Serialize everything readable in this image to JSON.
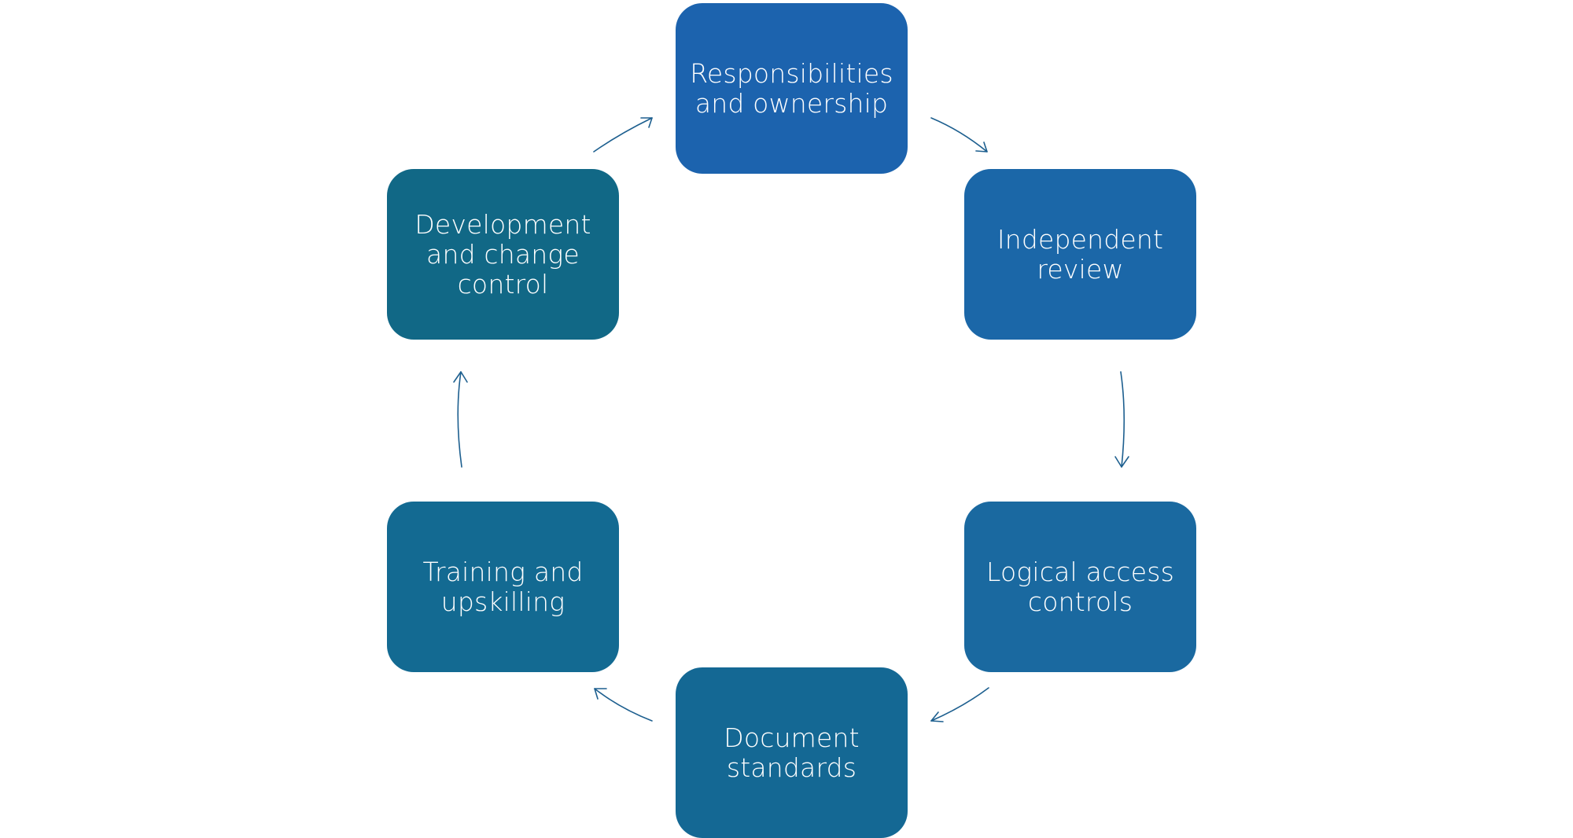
{
  "diagram": {
    "type": "cycle",
    "colors": {
      "arrow": "#1d5f8f"
    },
    "nodes": [
      {
        "id": "responsibilities",
        "label": "Responsibilities\nand ownership",
        "color": "#1c63ae"
      },
      {
        "id": "independent-review",
        "label": "Independent\nreview",
        "color": "#1b67a8"
      },
      {
        "id": "logical-access",
        "label": "Logical access\ncontrols",
        "color": "#1a69a0"
      },
      {
        "id": "document-standards",
        "label": "Document\nstandards",
        "color": "#146894"
      },
      {
        "id": "training",
        "label": "Training and\nupskilling",
        "color": "#136a92"
      },
      {
        "id": "development",
        "label": "Development\nand change\ncontrol",
        "color": "#116886"
      }
    ],
    "edges": [
      {
        "from": "responsibilities",
        "to": "independent-review"
      },
      {
        "from": "independent-review",
        "to": "logical-access"
      },
      {
        "from": "logical-access",
        "to": "document-standards"
      },
      {
        "from": "document-standards",
        "to": "training"
      },
      {
        "from": "training",
        "to": "development"
      },
      {
        "from": "development",
        "to": "responsibilities"
      }
    ]
  }
}
